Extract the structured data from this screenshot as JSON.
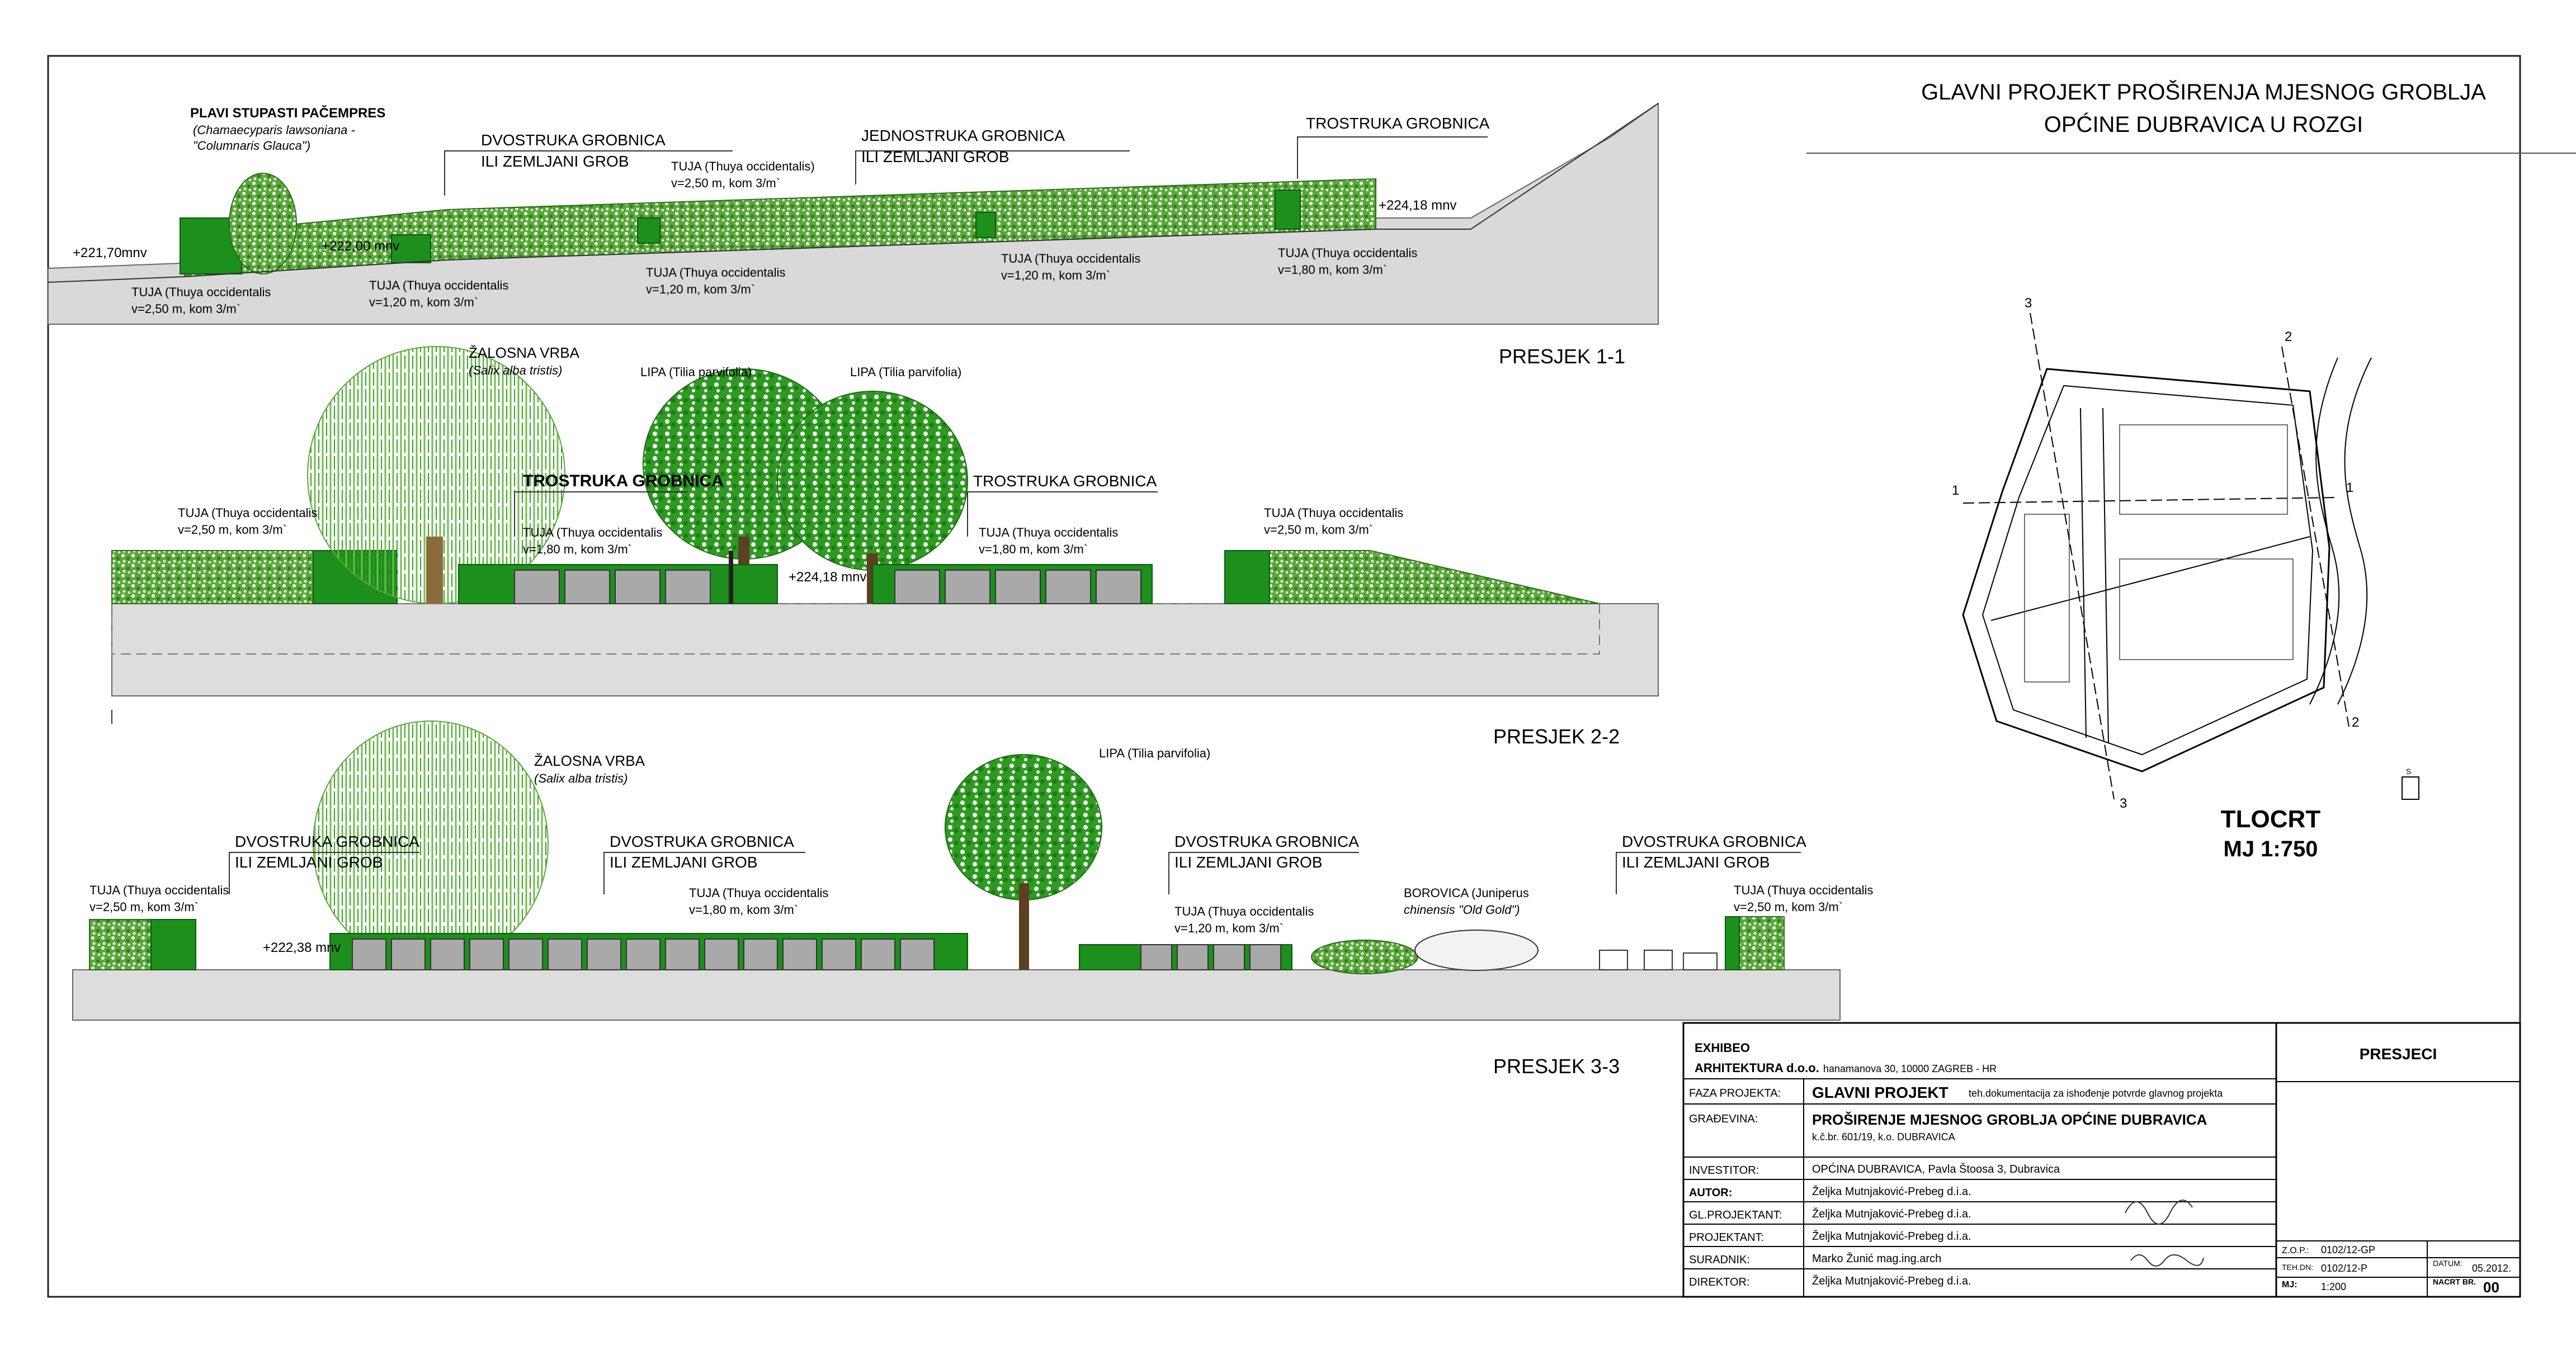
{
  "title": {
    "line1": "GLAVNI PROJEKT PROŠIRENJA MJESNOG GROBLJA",
    "line2": "OPĆINE DUBRAVICA U ROZGI"
  },
  "sections": {
    "s11": {
      "title": "PRESJEK 1-1",
      "labels": {
        "pacempres_name": "PLAVI STUPASTI PAČEMPRES",
        "pacempres_latin1": "(Chamaecyparis lawsoniana -",
        "pacempres_latin2": "\"Columnaris Glauca\")",
        "dvostruka1": "DVOSTRUKA GROBNICA",
        "dvostruka2": "ILI ZEMLJANI GROB",
        "jednostruka1": "JEDNOSTRUKA GROBNICA",
        "jednostruka2": "ILI ZEMLJANI GROB",
        "trostruka": "TROSTRUKA GROBNICA",
        "tuja_top_a": "TUJA (Thuya occidentalis)",
        "tuja_top_b": "v=2,50 m, kom 3/m`",
        "elev_left": "+221,70mnv",
        "elev_mid": "+222,00 mnv",
        "elev_right": "+224,18 mnv",
        "tuja1_a": "TUJA (Thuya occidentalis",
        "tuja1_b": "v=2,50 m, kom 3/m`",
        "tuja2_a": "TUJA (Thuya occidentalis",
        "tuja2_b": "v=1,20 m, kom 3/m`",
        "tuja3_a": "TUJA (Thuya occidentalis",
        "tuja3_b": "v=1,20 m, kom 3/m`",
        "tuja4_a": "TUJA (Thuya occidentalis",
        "tuja4_b": "v=1,20 m, kom 3/m`",
        "tuja5_a": "TUJA (Thuya occidentalis",
        "tuja5_b": "v=1,80 m, kom 3/m`"
      }
    },
    "s22": {
      "title": "PRESJEK 2-2",
      "labels": {
        "vrba1": "ŽALOSNA VRBA",
        "vrba2": "(Salix alba tristis)",
        "lipa_a": "LIPA (Tilia parvifolia)",
        "lipa_b": "LIPA (Tilia parvifolia)",
        "trostruka_left": "TROSTRUKA GROBNICA",
        "trostruka_right": "TROSTRUKA GROBNICA",
        "tuja1_a": "TUJA (Thuya occidentalis",
        "tuja1_b": "v=2,50 m, kom 3/m`",
        "tuja2_a": "TUJA (Thuya occidentalis",
        "tuja2_b": "v=1,80 m, kom 3/m`",
        "tuja3_a": "TUJA (Thuya occidentalis",
        "tuja3_b": "v=1,80 m, kom 3/m`",
        "tuja4_a": "TUJA (Thuya occidentalis",
        "tuja4_b": "v=2,50 m, kom 3/m`",
        "elev": "+224,18 mnv"
      }
    },
    "s33": {
      "title": "PRESJEK 3-3",
      "labels": {
        "vrba1": "ŽALOSNA VRBA",
        "vrba2": "(Salix alba tristis)",
        "lipa": "LIPA (Tilia parvifolia)",
        "dvostruka_a1": "DVOSTRUKA GROBNICA",
        "dvostruka_a2": "ILI ZEMLJANI GROB",
        "dvostruka_b1": "DVOSTRUKA GROBNICA",
        "dvostruka_b2": "ILI ZEMLJANI GROB",
        "dvostruka_c1": "DVOSTRUKA GROBNICA",
        "dvostruka_c2": "ILI ZEMLJANI GROB",
        "dvostruka_d1": "DVOSTRUKA GROBNICA",
        "dvostruka_d2": "ILI ZEMLJANI GROB",
        "tuja1_a": "TUJA (Thuya occidentalis",
        "tuja1_b": "v=2,50 m, kom 3/m`",
        "tuja2_a": "TUJA (Thuya occidentalis",
        "tuja2_b": "v=1,80 m, kom 3/m`",
        "tuja3_a": "TUJA (Thuya occidentalis",
        "tuja3_b": "v=1,20 m, kom 3/m`",
        "tuja4_a": "TUJA (Thuya occidentalis",
        "tuja4_b": "v=2,50 m, kom 3/m`",
        "borovica1": "BOROVICA (Juniperus",
        "borovica2": "chinensis \"Old Gold\")",
        "elev": "+222,38 mnv"
      }
    }
  },
  "plan": {
    "title": "TLOCRT",
    "scale": "MJ 1:750",
    "marker_1": "1",
    "marker_2": "2",
    "marker_3": "3",
    "north": "S"
  },
  "title_block": {
    "logo1": "EXHIBEO",
    "logo2": "ARHITEKTURA d.o.o.",
    "address": "hanamanova 30, 10000 ZAGREB - HR",
    "faza_label": "FAZA PROJEKTA:",
    "faza_value": "GLAVNI PROJEKT",
    "faza_note": "teh.dokumentacija za ishođenje potvrde glavnog projekta",
    "gradevina_label": "GRAĐEVINA:",
    "gradevina_value": "PROŠIRENJE MJESNOG GROBLJA OPĆINE DUBRAVICA",
    "gradevina_sub": "k.č.br. 601/19, k.o. DUBRAVICA",
    "investitor_label": "INVESTITOR:",
    "investitor_value": "OPĆINA DUBRAVICA, Pavla Štoosa 3, Dubravica",
    "autor_label": "AUTOR:",
    "autor_value": "Željka Mutnjaković-Prebeg d.i.a.",
    "glproj_label": "GL.PROJEKTANT:",
    "glproj_value": "Željka Mutnjaković-Prebeg d.i.a.",
    "proj_label": "PROJEKTANT:",
    "proj_value": "Željka Mutnjaković-Prebeg d.i.a.",
    "suradnik_label": "SURADNIK:",
    "suradnik_value": "Marko Žunić mag.ing.arch",
    "direktor_label": "DIREKTOR:",
    "direktor_value": "Željka Mutnjaković-Prebeg d.i.a.",
    "sheet_title": "PRESJECI",
    "zop_label": "Z.O.P.:",
    "zop_value": "0102/12-GP",
    "tehdn_label": "TEH.DN:",
    "tehdn_value": "0102/12-P",
    "datum_label": "DATUM:",
    "datum_value": "05.2012.",
    "mj_label": "MJ:",
    "mj_value": "1:200",
    "nacrt_label": "NACRT BR.",
    "nacrt_value": "00"
  }
}
